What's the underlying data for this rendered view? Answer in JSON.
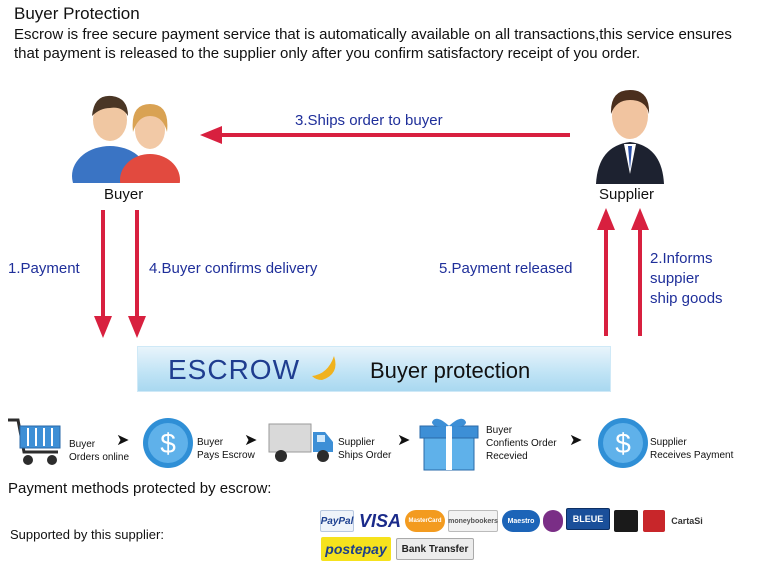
{
  "header": {
    "title": "Buyer Protection",
    "description": "Escrow is free secure payment service that is automatically available on all transactions,this service ensures that payment is released to the supplier only after you confirm satisfactory receipt of you order."
  },
  "diagram": {
    "buyer_label": "Buyer",
    "supplier_label": "Supplier",
    "ship_label": "3.Ships order to buyer",
    "payment_label": "1.Payment",
    "confirm_label": "4.Buyer confirms delivery",
    "released_label": "5.Payment released",
    "informs_lines": [
      "2.Informs",
      "suppier",
      "ship goods"
    ]
  },
  "escrow_banner": {
    "word": "ESCROW",
    "subtitle": "Buyer protection"
  },
  "steps": [
    {
      "icon": "shopping-cart-icon",
      "line1": "Buyer",
      "line2": "Orders online"
    },
    {
      "icon": "dollar-coin-icon",
      "line1": "Buyer",
      "line2": "Pays Escrow"
    },
    {
      "icon": "delivery-truck-icon",
      "line1": "Supplier",
      "line2": "Ships Order"
    },
    {
      "icon": "gift-box-icon",
      "line1": "Buyer",
      "line2": "Confients Order",
      "line3": "Recevied"
    },
    {
      "icon": "dollar-coin-icon",
      "line1": "Supplier",
      "line2": "Receives Payment"
    }
  ],
  "payment": {
    "title": "Payment methods protected by escrow:",
    "supported_label": "Supported by this supplier:",
    "logos_row1": [
      "PayPal",
      "VISA",
      "MasterCard",
      "moneybookers",
      "Maestro",
      "",
      "BLEUE",
      "",
      "",
      "CartaSi"
    ],
    "logos_row2": [
      "postepay",
      "Bank Transfer"
    ]
  },
  "colors": {
    "arrow_red": "#d8203f",
    "label_blue": "#1f2f9a",
    "coin_blue": "#2f8fd6"
  }
}
